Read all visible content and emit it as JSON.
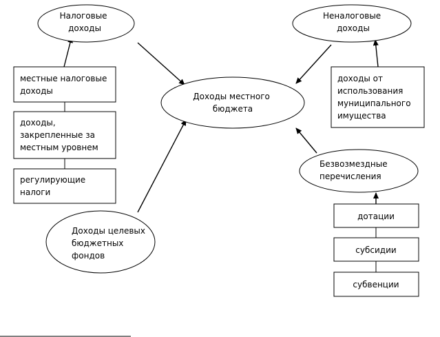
{
  "nodes": {
    "tax_income": [
      "Налоговые",
      "доходы"
    ],
    "nontax_income": [
      "Неналоговые",
      "доходы"
    ],
    "local_budget_income": [
      "Доходы местного",
      "бюджета"
    ],
    "gratuitous_transfers": [
      "Безвозмездные",
      "перечисления"
    ],
    "target_funds_income": [
      "Доходы целевых",
      "бюджетных",
      "фондов"
    ],
    "local_taxes": [
      "местные налоговые",
      "доходы"
    ],
    "fixed_income": [
      "доходы,",
      "закрепленные за",
      "местным уровнем"
    ],
    "regulating_taxes": [
      "регулирующие",
      "налоги"
    ],
    "property_income": [
      "доходы от",
      "использования",
      "муниципального",
      "имущества"
    ],
    "grants": [
      "дотации"
    ],
    "subsidies": [
      "субсидии"
    ],
    "subventions": [
      "субвенции"
    ]
  }
}
